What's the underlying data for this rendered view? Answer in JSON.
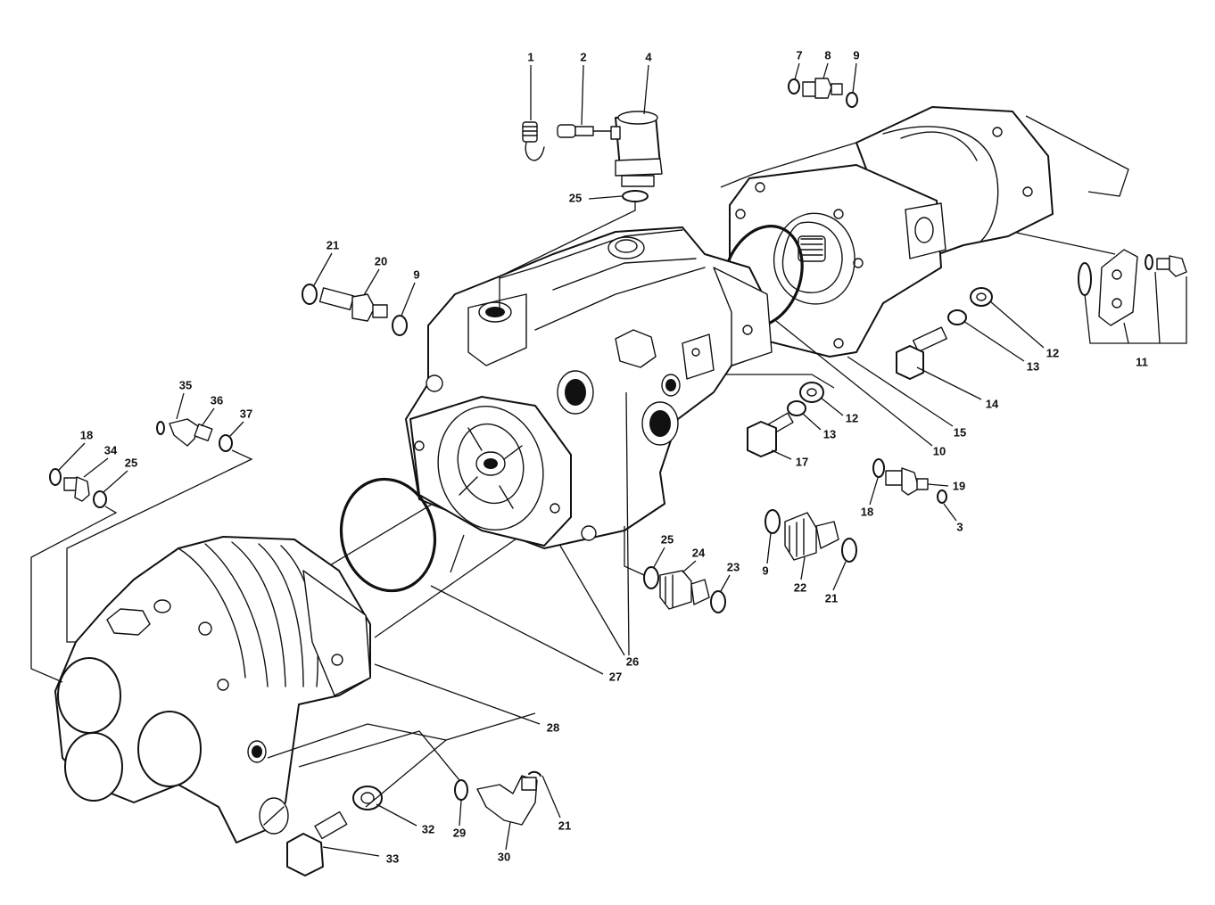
{
  "diagram": {
    "type": "exploded-parts-view",
    "callouts": [
      {
        "id": "c1",
        "label": "1"
      },
      {
        "id": "c2",
        "label": "2"
      },
      {
        "id": "c4",
        "label": "4"
      },
      {
        "id": "c25a",
        "label": "25"
      },
      {
        "id": "c7",
        "label": "7"
      },
      {
        "id": "c8",
        "label": "8"
      },
      {
        "id": "c9a",
        "label": "9"
      },
      {
        "id": "c21a",
        "label": "21"
      },
      {
        "id": "c20",
        "label": "20"
      },
      {
        "id": "c9b",
        "label": "9"
      },
      {
        "id": "c35",
        "label": "35"
      },
      {
        "id": "c36",
        "label": "36"
      },
      {
        "id": "c37",
        "label": "37"
      },
      {
        "id": "c18a",
        "label": "18"
      },
      {
        "id": "c34",
        "label": "34"
      },
      {
        "id": "c25b",
        "label": "25"
      },
      {
        "id": "c11",
        "label": "11"
      },
      {
        "id": "c12a",
        "label": "12"
      },
      {
        "id": "c13a",
        "label": "13"
      },
      {
        "id": "c14",
        "label": "14"
      },
      {
        "id": "c15",
        "label": "15"
      },
      {
        "id": "c10",
        "label": "10"
      },
      {
        "id": "c12b",
        "label": "12"
      },
      {
        "id": "c13b",
        "label": "13"
      },
      {
        "id": "c17",
        "label": "17"
      },
      {
        "id": "c19",
        "label": "19"
      },
      {
        "id": "c18b",
        "label": "18"
      },
      {
        "id": "c3",
        "label": "3"
      },
      {
        "id": "c9c",
        "label": "9"
      },
      {
        "id": "c22",
        "label": "22"
      },
      {
        "id": "c21b",
        "label": "21"
      },
      {
        "id": "c25c",
        "label": "25"
      },
      {
        "id": "c24",
        "label": "24"
      },
      {
        "id": "c23",
        "label": "23"
      },
      {
        "id": "c26",
        "label": "26"
      },
      {
        "id": "c27",
        "label": "27"
      },
      {
        "id": "c28",
        "label": "28"
      },
      {
        "id": "c21c",
        "label": "21"
      },
      {
        "id": "c29",
        "label": "29"
      },
      {
        "id": "c30",
        "label": "30"
      },
      {
        "id": "c32",
        "label": "32"
      },
      {
        "id": "c33",
        "label": "33"
      }
    ]
  }
}
